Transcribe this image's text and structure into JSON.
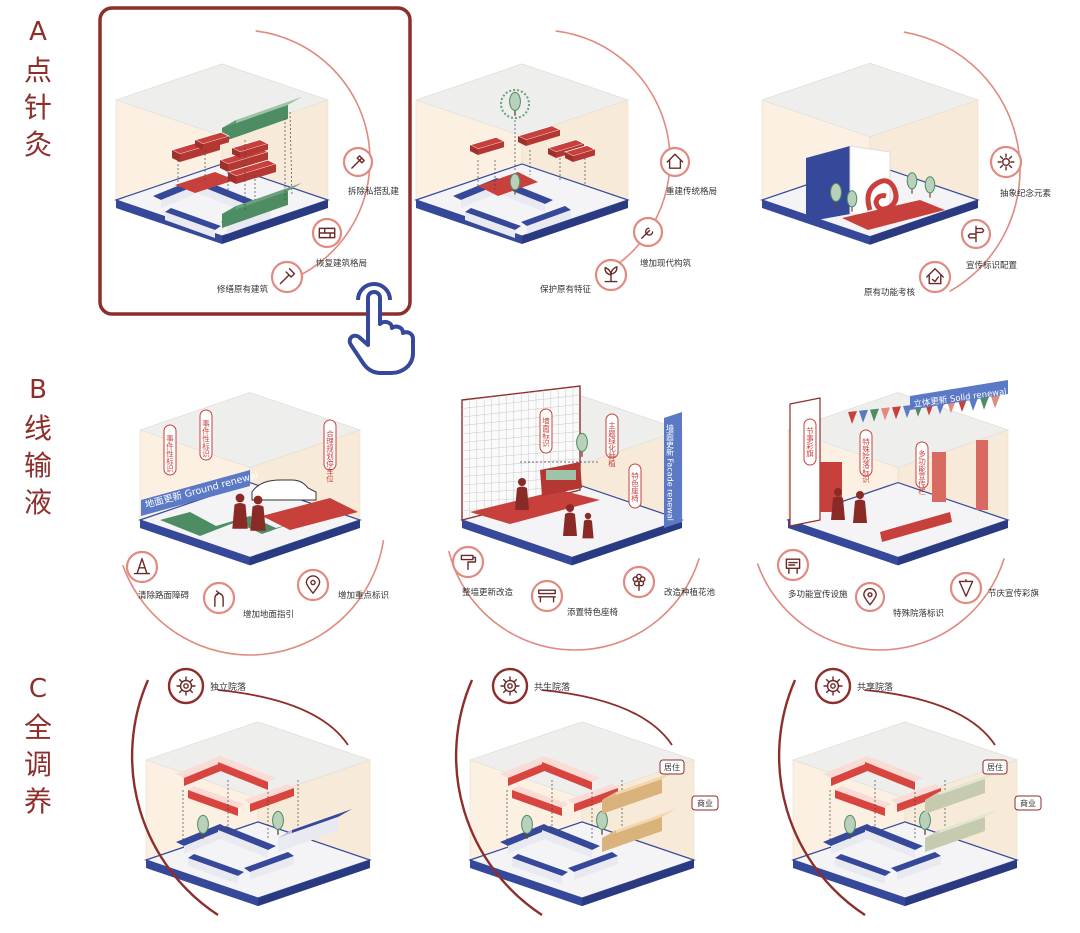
{
  "colors": {
    "accent": "#8e2e2b",
    "red": "#c8403b",
    "pink": "#e08a80",
    "blue": "#35489a",
    "green": "#4e8d63",
    "cream": "#fbf0e2",
    "tan": "#d9b27c",
    "lightgreen": "#b9d1ba"
  },
  "rows": [
    {
      "id": "A",
      "letter": "A",
      "chars": [
        "点",
        "针",
        "灸"
      ]
    },
    {
      "id": "B",
      "letter": "B",
      "chars": [
        "线",
        "输",
        "液"
      ]
    },
    {
      "id": "C",
      "letter": "C",
      "chars": [
        "全",
        "调",
        "养"
      ]
    }
  ],
  "panels": {
    "a1": {
      "labels": [
        "拆除私搭乱建",
        "恢复建筑格局",
        "修缮原有建筑"
      ],
      "icons": [
        "shovel-icon",
        "brick-wall-icon",
        "hammer-icon"
      ]
    },
    "a2": {
      "labels": [
        "重建传统格局",
        "增加现代构筑",
        "保护原有特征"
      ],
      "icons": [
        "house-icon",
        "wrench-icon",
        "plant-icon"
      ]
    },
    "a3": {
      "labels": [
        "抽象纪念元素",
        "宣传标识配置",
        "原有功能考核"
      ],
      "icons": [
        "sun-icon",
        "signpost-icon",
        "home-check-icon"
      ]
    },
    "b1": {
      "banner": "地面更新 Ground renewal",
      "tags": [
        "事件性标识",
        "事件性标识",
        "合理规划停车位"
      ],
      "labels": [
        "清除路面障碍",
        "增加地面指引",
        "增加重点标识"
      ],
      "icons": [
        "traffic-cone-icon",
        "direction-arrow-icon",
        "location-pin-icon"
      ]
    },
    "b2": {
      "banner": "墙面更新 Facade renewal",
      "tags": [
        "墙面标识",
        "主题绿化种植",
        "特色座椅"
      ],
      "labels": [
        "整墙更新改造",
        "添置特色座椅",
        "改造种植花池"
      ],
      "icons": [
        "paint-roller-icon",
        "bench-icon",
        "flower-icon"
      ]
    },
    "b3": {
      "banner": "立体更新 Solid renewal",
      "tags": [
        "节事彩旗",
        "特殊院落标识",
        "多功能宣传栏"
      ],
      "labels": [
        "多功能宣传设施",
        "特殊院落标识",
        "节庆宣传彩旗"
      ],
      "icons": [
        "notice-board-icon",
        "map-pin-icon",
        "pennant-icon"
      ]
    },
    "c1": {
      "title": "独立院落",
      "icons": [
        "gear-icon"
      ],
      "tags": []
    },
    "c2": {
      "title": "共生院落",
      "icons": [
        "gears-icon"
      ],
      "tags": [
        "居住",
        "商业"
      ]
    },
    "c3": {
      "title": "共享院落",
      "icons": [
        "gears-icon"
      ],
      "tags": [
        "居住",
        "商业"
      ]
    }
  }
}
